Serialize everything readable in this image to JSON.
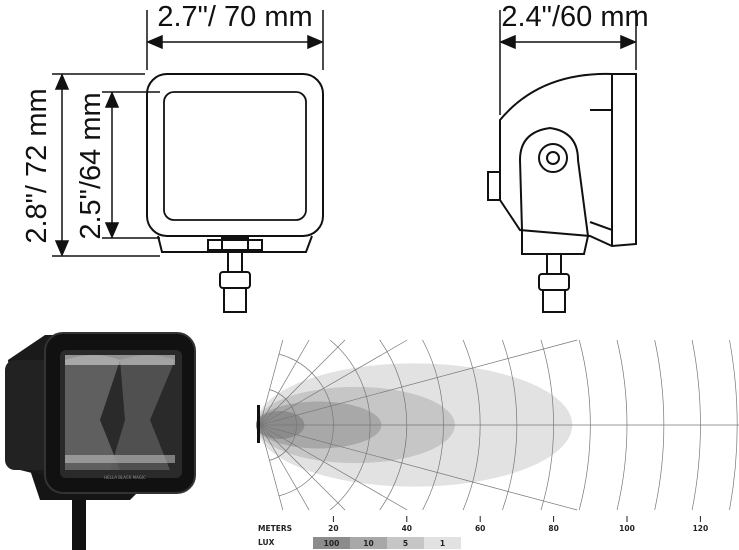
{
  "dimensions": {
    "front_width": "2.7\"/ 70 mm",
    "side_depth": "2.4\"/60 mm",
    "total_height": "2.8\"/ 72 mm",
    "housing_height": "2.5\"/64 mm"
  },
  "product_logo_text": "HELLA BLACK MAGIC",
  "beam_pattern": {
    "distance_label": "METERS",
    "distance_ticks": [
      "20",
      "40",
      "60",
      "80",
      "100",
      "120"
    ],
    "lux_label": "LUX",
    "lux_levels": [
      {
        "value": "100",
        "color": "#8c8c8c",
        "reach_m": 11
      },
      {
        "value": "10",
        "color": "#a8a8a8",
        "reach_m": 32
      },
      {
        "value": "5",
        "color": "#c6c6c6",
        "reach_m": 52
      },
      {
        "value": "1",
        "color": "#e2e2e2",
        "reach_m": 84
      }
    ]
  }
}
